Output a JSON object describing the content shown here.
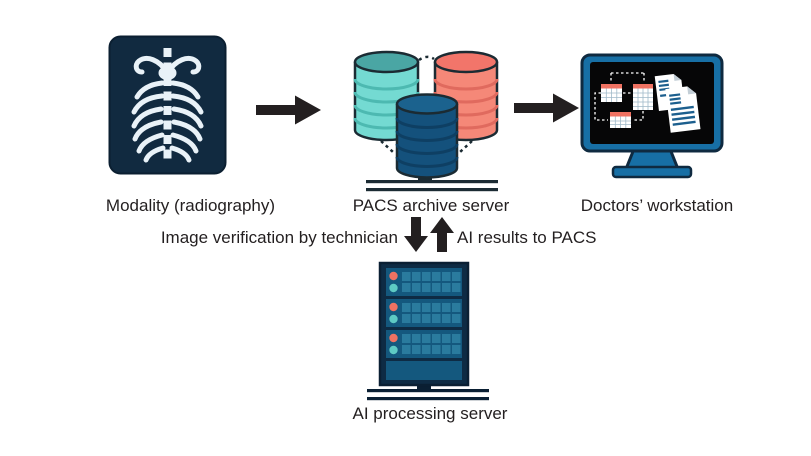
{
  "diagram": {
    "background_color": "#ffffff",
    "text_color": "#231f20",
    "arrow_color": "#231f20",
    "nodes": {
      "modality": {
        "label": "Modality (radiography)",
        "icon": "xray-ribcage-icon",
        "icon_bg": "#112a40",
        "icon_fg": "#e9f2f8"
      },
      "pacs": {
        "label": "PACS archive server",
        "icon": "database-stack-icon",
        "cylinder_colors": [
          "#74dad2",
          "#f58878",
          "#14517c"
        ]
      },
      "workstation": {
        "label": "Doctors’ workstation",
        "icon": "desktop-monitor-icon",
        "frame_color": "#176fa5",
        "screen_color": "#060607",
        "table_header_color": "#ef7262",
        "document_line_color": "#1c5f8e"
      },
      "ai_server": {
        "label": "AI processing server",
        "icon": "server-tower-icon",
        "chassis_color": "#0e2b44",
        "panel_color": "#14587e",
        "led_colors": [
          "#ef7262",
          "#5ecac4"
        ]
      }
    },
    "edges": [
      {
        "from": "modality",
        "to": "pacs",
        "icon": "arrow-right-icon",
        "label": ""
      },
      {
        "from": "pacs",
        "to": "workstation",
        "icon": "arrow-right-icon",
        "label": ""
      },
      {
        "from": "pacs",
        "to": "ai_server",
        "icon": "arrow-down-icon",
        "label": "Image verification by technician"
      },
      {
        "from": "ai_server",
        "to": "pacs",
        "icon": "arrow-up-icon",
        "label": "AI results to PACS"
      }
    ]
  }
}
